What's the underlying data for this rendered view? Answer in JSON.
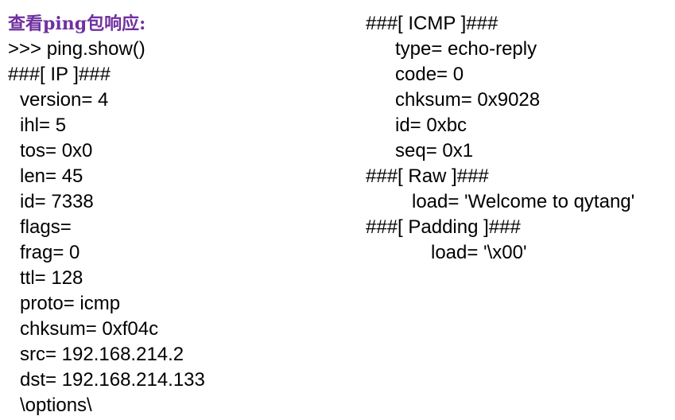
{
  "left": {
    "heading": "查看ping包响应:",
    "command": ">>> ping.show()",
    "ip_header": "###[ IP ]###",
    "ip_fields": [
      "version= 4",
      "ihl= 5",
      "tos= 0x0",
      "len= 45",
      "id= 7338",
      "flags=",
      "frag= 0",
      "ttl= 128",
      "proto= icmp",
      "chksum= 0xf04c",
      "src= 192.168.214.2",
      "dst= 192.168.214.133",
      "\\options\\"
    ]
  },
  "right": {
    "icmp_header": "###[ ICMP ]###",
    "icmp_fields": [
      "type= echo-reply",
      "code= 0",
      "chksum= 0x9028",
      "id= 0xbc",
      "seq= 0x1"
    ],
    "raw_header": "###[ Raw ]###",
    "raw_fields": [
      "load= 'Welcome to qytang'"
    ],
    "padding_header": "###[ Padding ]###",
    "padding_fields": [
      "load= '\\x00'"
    ]
  },
  "colors": {
    "heading": "#7030a0",
    "text": "#000000",
    "background": "#ffffff"
  }
}
